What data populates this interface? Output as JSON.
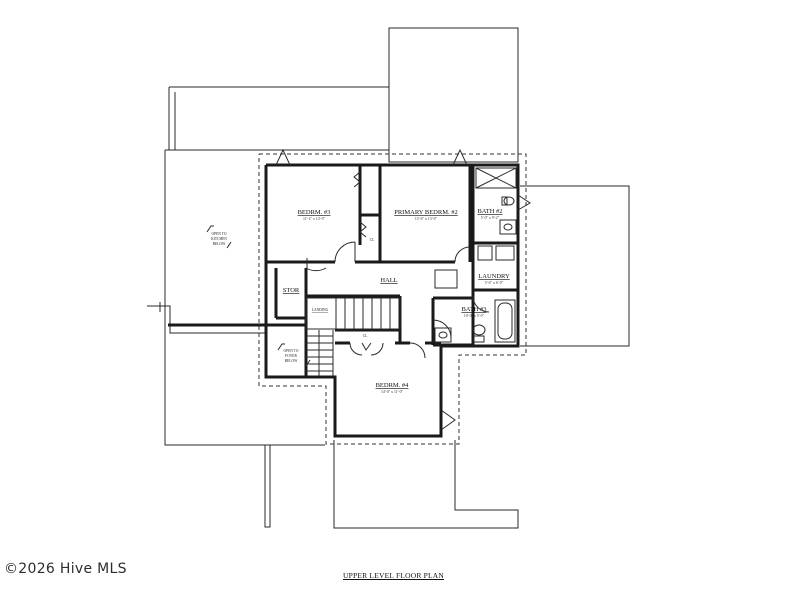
{
  "rooms": {
    "bedrm3": {
      "name": "BEDRM. #3",
      "dims": "11'-2\" x 13'-0\""
    },
    "primary": {
      "name": "PRIMARY BEDRM. #2",
      "dims": "15'-6\" x 13'-0\""
    },
    "bath2": {
      "name": "BATH #2",
      "dims": "5'-0\" x 9'-2\""
    },
    "laundry": {
      "name": "LAUNDRY",
      "dims": "5'-0\" x 6'-0\""
    },
    "bath3": {
      "name": "BATH #3",
      "dims": "10'-0\" x 5'-0\""
    },
    "hall": {
      "name": "HALL"
    },
    "stor": {
      "name": "STOR"
    },
    "landing": {
      "name": "LANDING"
    },
    "bedrm4": {
      "name": "BEDRM. #4",
      "dims": "14'-0\" x 11'-0\""
    },
    "cl1": {
      "name": "CL"
    },
    "cl2": {
      "name": "CL"
    }
  },
  "notes": {
    "open_kitchen": [
      "OPEN TO",
      "KITCHEN",
      "BELOW"
    ],
    "open_foyer": [
      "OPEN TO",
      "FOYER",
      "BELOW"
    ]
  },
  "caption": "UPPER LEVEL FLOOR PLAN",
  "watermark": "©2026 Hive MLS"
}
